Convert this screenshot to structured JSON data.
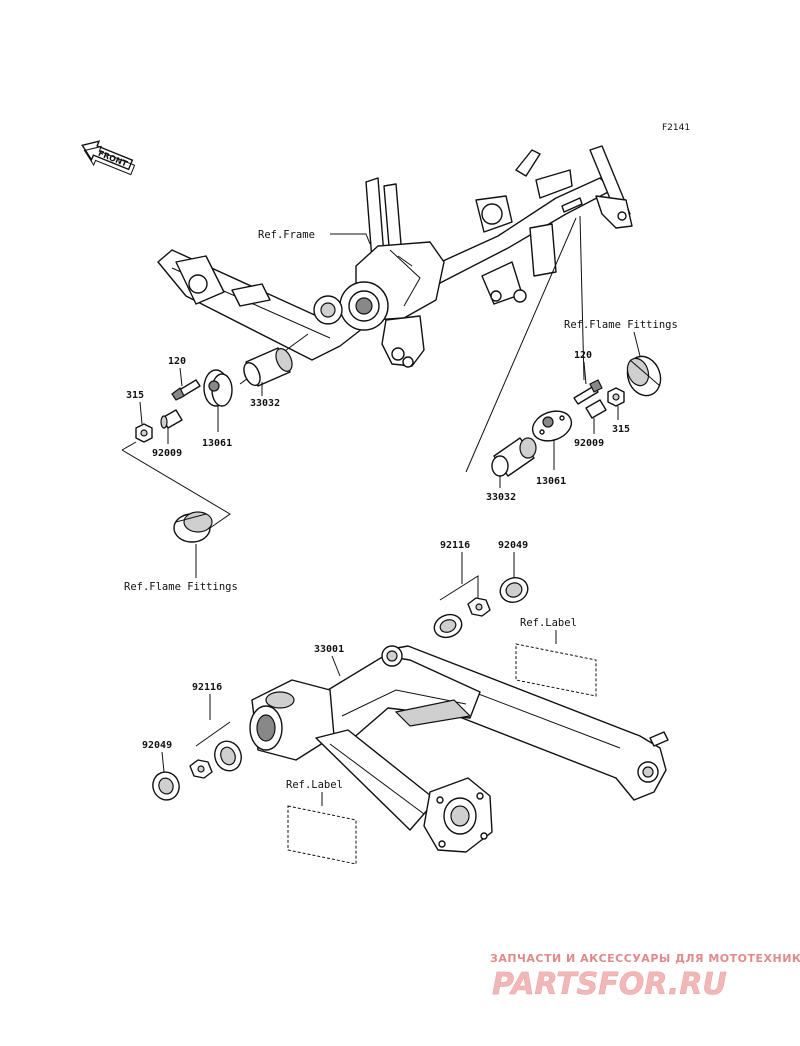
{
  "figure_code": "F2141",
  "front_arrow": "FRONT",
  "references": {
    "frame": "Ref.Frame",
    "flame_fittings_right": "Ref.Flame Fittings",
    "flame_fittings_left": "Ref.Flame Fittings",
    "label_right": "Ref.Label",
    "label_left": "Ref.Label"
  },
  "part_numbers": {
    "left_bolt": "120",
    "left_nut": "315",
    "left_bushing": "33032",
    "left_collar": "92009",
    "left_plate": "13061",
    "right_bolt": "120",
    "right_nut": "315",
    "right_collar": "92009",
    "right_plate": "13061",
    "right_bushing": "33032",
    "upper_bearing": "92116",
    "upper_seal": "92049",
    "swingarm": "33001",
    "lower_bearing": "92116",
    "lower_seal": "92049"
  },
  "watermark": {
    "tagline": "ЗАПЧАСТИ И АКСЕССУАРЫ ДЛЯ МОТОТЕХНИКИ",
    "logo": "PARTSFOR.RU"
  }
}
